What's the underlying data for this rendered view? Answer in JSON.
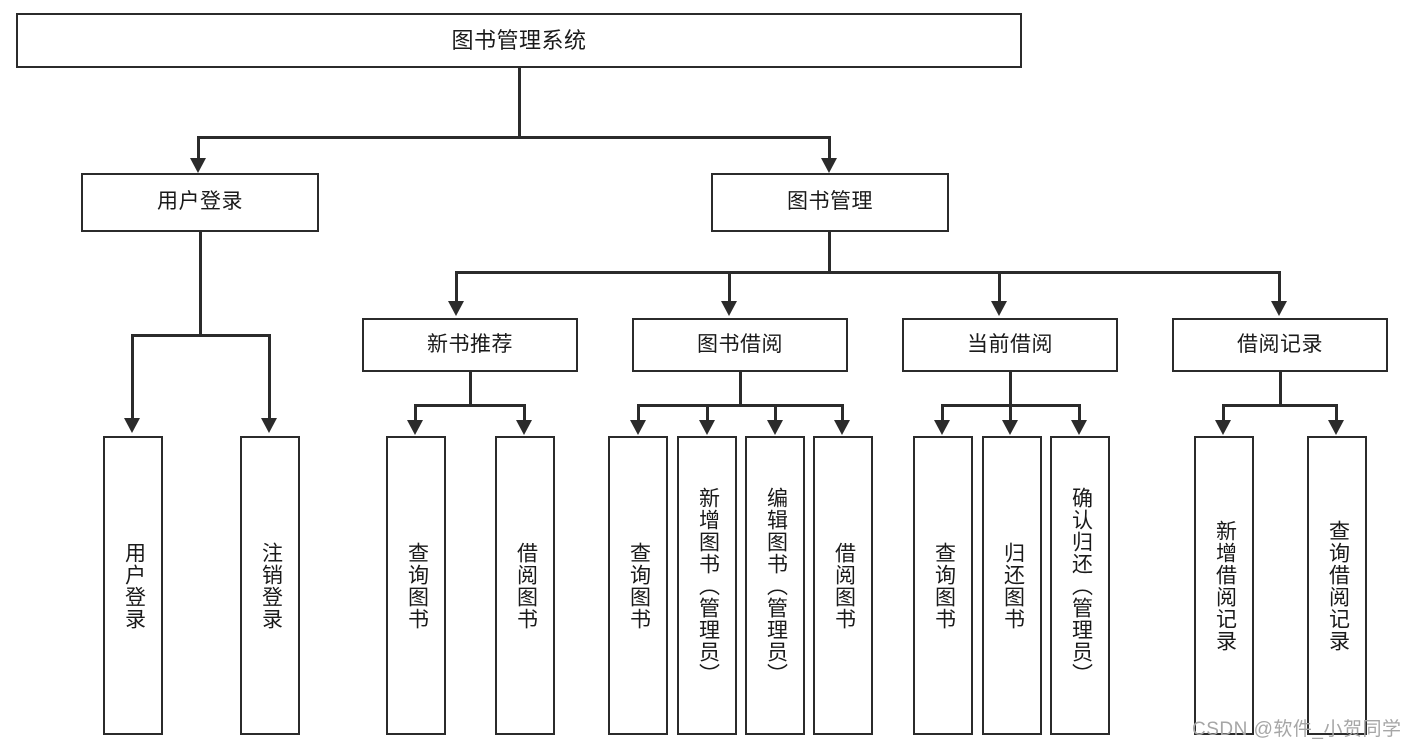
{
  "diagram": {
    "title": "图书管理系统",
    "type": "tree-hierarchy-chart",
    "root": {
      "label": "图书管理系统"
    },
    "level2": [
      {
        "label": "用户登录"
      },
      {
        "label": "图书管理"
      }
    ],
    "level3": [
      {
        "label": "新书推荐"
      },
      {
        "label": "图书借阅"
      },
      {
        "label": "当前借阅"
      },
      {
        "label": "借阅记录"
      }
    ],
    "leaves": {
      "user_login": [
        {
          "label": "用户登录"
        },
        {
          "label": "注销登录"
        }
      ],
      "new_book_recommend": [
        {
          "label": "查询图书"
        },
        {
          "label": "借阅图书"
        }
      ],
      "book_borrow": [
        {
          "label": "查询图书"
        },
        {
          "label": "新增图书（管理员）"
        },
        {
          "label": "编辑图书（管理员）"
        },
        {
          "label": "借阅图书"
        }
      ],
      "current_borrow": [
        {
          "label": "查询图书"
        },
        {
          "label": "归还图书"
        },
        {
          "label": "确认归还（管理员）"
        }
      ],
      "borrow_record": [
        {
          "label": "新增借阅记录"
        },
        {
          "label": "查询借阅记录"
        }
      ]
    }
  },
  "watermark": {
    "text": "CSDN @软件_小贺同学"
  },
  "colors": {
    "stroke": "#2b2b2b",
    "background": "#ffffff",
    "text": "#1a1a1a",
    "watermark": "#a6a6a6"
  }
}
